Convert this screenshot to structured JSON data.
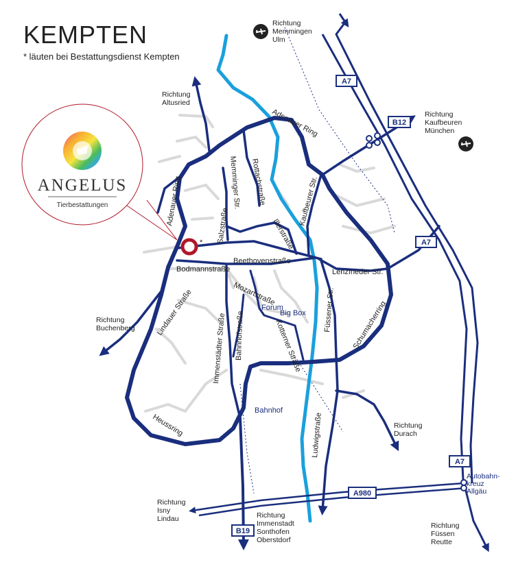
{
  "header": {
    "title": "KEMPTEN",
    "note": "* läuten bei Bestattungsdienst Kempten"
  },
  "logo": {
    "name": "ANGELUS",
    "subtitle": "Tierbestattungen"
  },
  "location_marker": {
    "asterisk": "*"
  },
  "colors": {
    "road": "#1a2e7d",
    "river": "#1aa0dc",
    "minor_road": "#d9d9d9",
    "marker": "#b0182a",
    "callout": "#b0182a"
  },
  "highways": {
    "a7_top": "A7",
    "a7_mid": "A7",
    "a7_low": "A7",
    "b12": "B12",
    "b19": "B19",
    "a980": "A980"
  },
  "directions": {
    "memmingen": [
      "Richtung",
      "Memmingen",
      "Ulm"
    ],
    "altusried": [
      "Richtung",
      "Altusried"
    ],
    "kaufbeuren": [
      "Richtung",
      "Kaufbeuren",
      "München"
    ],
    "buchenberg": [
      "Richtung",
      "Buchenberg"
    ],
    "durach": [
      "Richtung",
      "Durach"
    ],
    "isny": [
      "Richtung",
      "Isny",
      "Lindau"
    ],
    "immenstadt": [
      "Richtung",
      "Immenstadt",
      "Sonthofen",
      "Oberstdorf"
    ],
    "fuessen": [
      "Richtung",
      "Füssen",
      "Reutte"
    ]
  },
  "interchange": [
    "Autobahn-",
    "kreuz",
    "Allgäu"
  ],
  "streets": {
    "adenauer_ring_top": "Adenauer Ring",
    "adenauer_ring_left": "Adenauer Ring",
    "memminger": "Memminger Str.",
    "rottach": "Rottachstraße",
    "kaufbeurer": "Kaufbeurer Str.",
    "iller": "Illerstraße",
    "salz": "Salzstraße",
    "bodmann": "Bodmannstraße",
    "beethoven": "Beethovenstraße",
    "lenzfrieder": "Lenzfrieder Str.",
    "mozart": "Mozartstraße",
    "lindauer": "Lindauer Straße",
    "immenstaedter": "Immenstädter Straße",
    "bahnhof_str": "Bahnhofstraße",
    "kotterner": "Kotterner Straße",
    "fuessener": "Füssener Str.",
    "schumacher": "Schumacherring",
    "heussring": "Heussring",
    "ludwig": "Ludwigstraße"
  },
  "places": {
    "forum": "Forum",
    "bigbox": "Big Box",
    "bahnhof": "Bahnhof"
  }
}
